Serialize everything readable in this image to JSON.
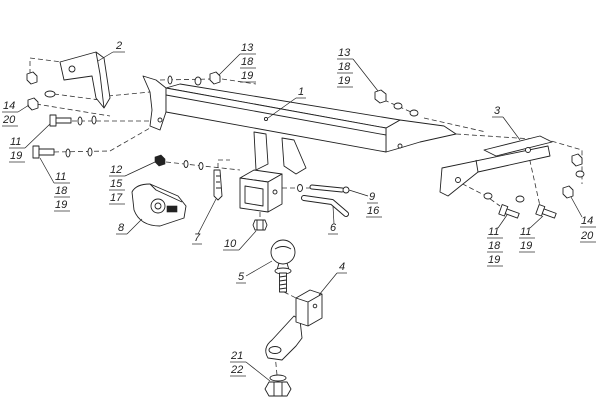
{
  "colors": {
    "line": "#222222",
    "background": "#ffffff"
  },
  "callouts": {
    "p1": "1",
    "p2": "2",
    "p3": "3",
    "p4": "4",
    "p5": "5",
    "p6": "6",
    "p7": "7",
    "p8": "8",
    "p9": "9",
    "p10": "10",
    "p11": "11",
    "p12": "12",
    "p13": "13",
    "p14": "14",
    "p15": "15",
    "p16": "16",
    "p17": "17",
    "p18": "18",
    "p19": "19",
    "p20": "20",
    "p21": "21",
    "p22": "22"
  }
}
